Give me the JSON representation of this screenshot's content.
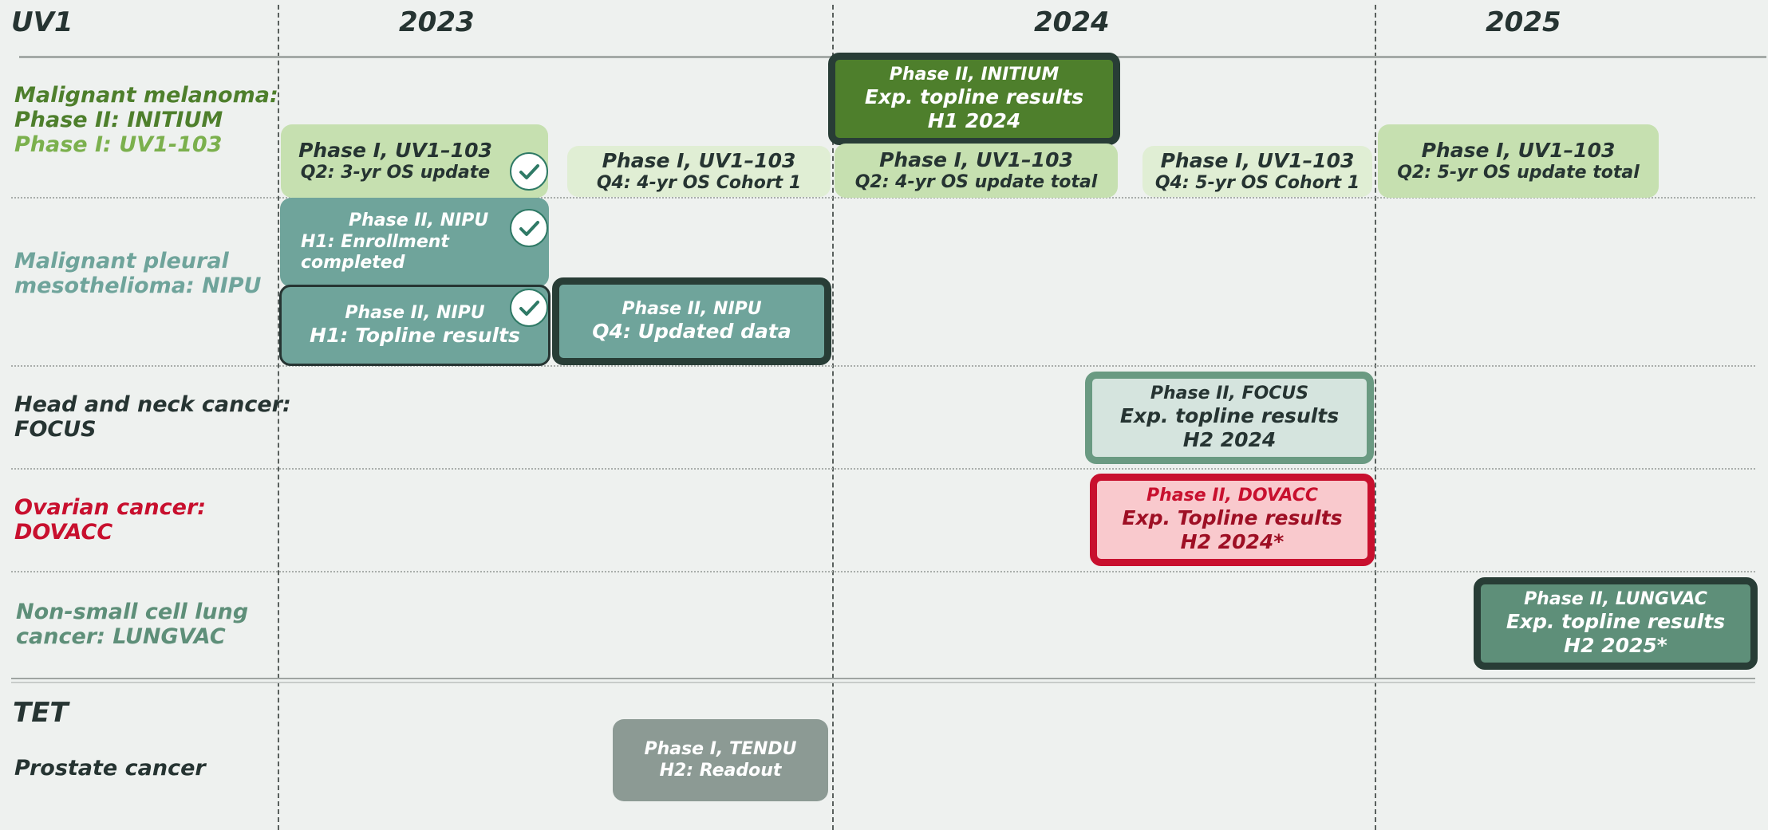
{
  "headers": {
    "uv1": "UV1",
    "y2023": "2023",
    "y2024": "2024",
    "y2025": "2025",
    "tet": "TET"
  },
  "rows": {
    "melanoma": {
      "line1": "Malignant melanoma:",
      "line2": "Phase II: INITIUM",
      "line3": "Phase I: UV1-103"
    },
    "mesothelioma": {
      "line1": "Malignant pleural",
      "line2": "mesothelioma: NIPU"
    },
    "headneck": {
      "line1": "Head and neck cancer:",
      "line2": "FOCUS"
    },
    "ovarian": {
      "line1": "Ovarian cancer:",
      "line2": "DOVACC"
    },
    "lung": {
      "line1": "Non-small cell lung",
      "line2": "cancer: LUNGVAC"
    },
    "prostate": {
      "line1": "Prostate cancer"
    }
  },
  "milestones": {
    "initium": {
      "line1": "Phase II, INITIUM",
      "line2": "Exp. topline results",
      "line3": "H1 2024"
    },
    "uv1_q2_2023": {
      "line1": "Phase I, UV1–103",
      "line2": "Q2: 3-yr OS update",
      "completed": true
    },
    "uv1_q4_2023": {
      "line1": "Phase I, UV1–103",
      "line2": "Q4: 4-yr OS Cohort 1"
    },
    "uv1_q2_2024": {
      "line1": "Phase I, UV1–103",
      "line2": "Q2: 4-yr OS update total"
    },
    "uv1_q4_2024": {
      "line1": "Phase I, UV1–103",
      "line2": "Q4: 5-yr OS Cohort 1"
    },
    "uv1_q2_2025": {
      "line1": "Phase I, UV1–103",
      "line2": "Q2: 5-yr OS update total"
    },
    "nipu_enroll": {
      "line1": "Phase II, NIPU",
      "line2": "H1: Enrollment",
      "line3": "completed",
      "completed": true
    },
    "nipu_topline": {
      "line1": "Phase II, NIPU",
      "line2": "H1: Topline results",
      "completed": true
    },
    "nipu_q4": {
      "line1": "Phase II, NIPU",
      "line2": "Q4: Updated data"
    },
    "focus": {
      "line1": "Phase II, FOCUS",
      "line2": "Exp. topline results",
      "line3": "H2 2024"
    },
    "dovacc": {
      "line1": "Phase II, DOVACC",
      "line2": "Exp. Topline results",
      "line3": "H2 2024*"
    },
    "lungvac": {
      "line1": "Phase II, LUNGVAC",
      "line2": "Exp. topline results",
      "line3": "H2 2025*"
    },
    "tendu": {
      "line1": "Phase I, TENDU",
      "line2": "H2: Readout"
    }
  },
  "colors": {
    "background": "#eef1ef",
    "melanoma_dark": "#4e7f2c",
    "melanoma_light": "#7bb04d",
    "nipu_teal": "#6fa49b",
    "focus_green": "#6a9a82",
    "dovacc_red": "#c8102e",
    "lungvac_green": "#5e8f79",
    "tendu_grey": "#8c9a94",
    "text_dark": "#263432"
  },
  "icons": {
    "check": "check-circle-icon"
  }
}
